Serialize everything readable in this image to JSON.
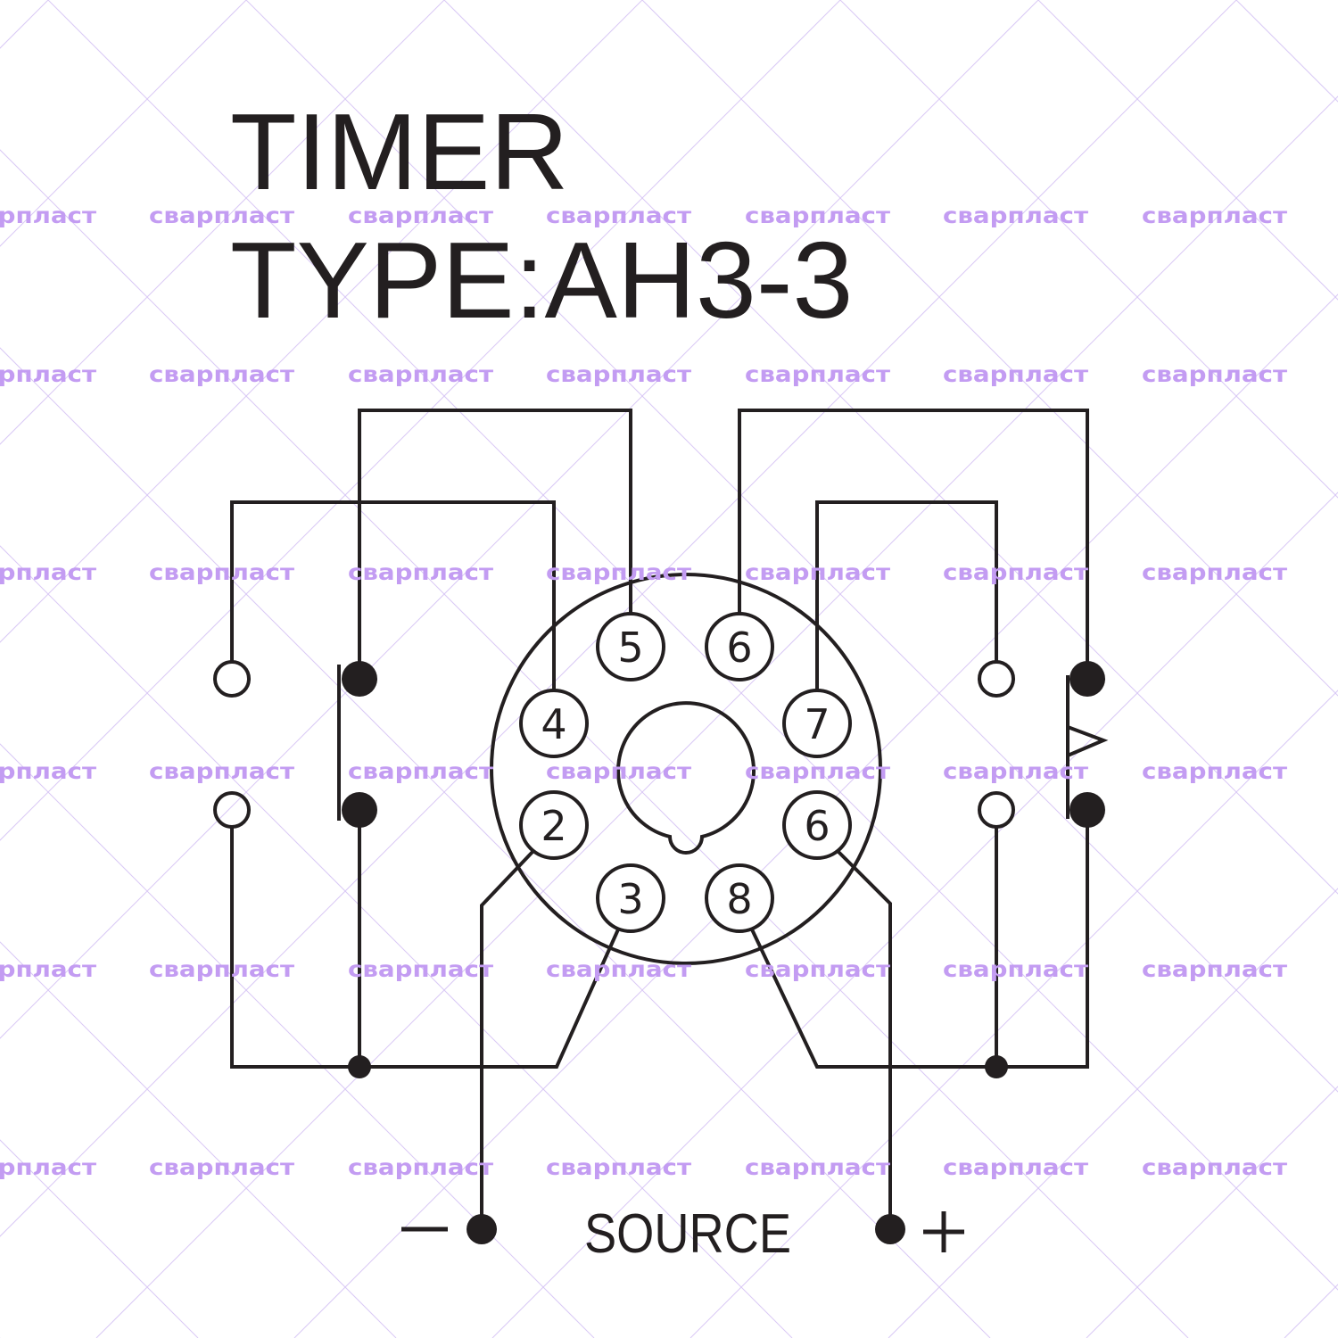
{
  "title": {
    "line1": "TIMER",
    "line2": "TYPE:AH3-3"
  },
  "pins": {
    "p5": "5",
    "p6top": "6",
    "p4": "4",
    "p7": "7",
    "p2": "2",
    "p6bottom": "6",
    "p3": "3",
    "p8": "8"
  },
  "source": {
    "label": "SOURCE",
    "minus": "−",
    "plus": "+"
  },
  "watermark": {
    "text": "сварпласт",
    "color": "#c39cf2"
  },
  "colors": {
    "line": "#231f20"
  }
}
